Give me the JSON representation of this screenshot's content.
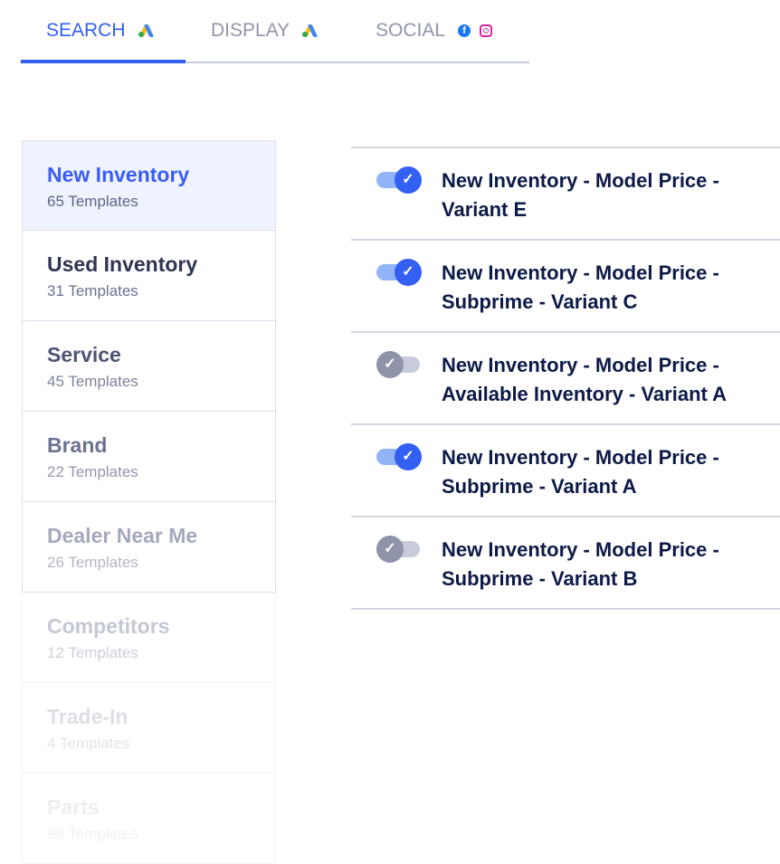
{
  "tabs": [
    {
      "label": "SEARCH",
      "icons": [
        "google-ads-icon"
      ],
      "active": true
    },
    {
      "label": "DISPLAY",
      "icons": [
        "google-ads-icon"
      ]
    },
    {
      "label": "SOCIAL",
      "icons": [
        "facebook-icon",
        "instagram-icon"
      ]
    }
  ],
  "categories": [
    {
      "title": "New Inventory",
      "count": "65 Templates",
      "color": "#3b5cf5",
      "sub": "#5f6680"
    },
    {
      "title": "Used Inventory",
      "count": "31 Templates",
      "color": "#2f3553",
      "sub": "#6b7290"
    },
    {
      "title": "Service",
      "count": "45 Templates",
      "color": "#4d5575",
      "sub": "#7d8399"
    },
    {
      "title": "Brand",
      "count": "22 Templates",
      "color": "#6b7290",
      "sub": "#9297ab"
    },
    {
      "title": "Dealer Near Me",
      "count": "26 Templates",
      "color": "#a4a9bd",
      "sub": "#b3b7c7"
    },
    {
      "title": "Competitors",
      "count": "12 Templates",
      "color": "#c4c8d4",
      "sub": "#cdd0da"
    },
    {
      "title": "Trade-In",
      "count": "4 Templates",
      "color": "#dcdfe6",
      "sub": "#e2e4ea"
    },
    {
      "title": "Parts",
      "count": "99 Templates",
      "color": "#eceef2",
      "sub": "#f0f1f4"
    }
  ],
  "templates": [
    {
      "title": "New Inventory - Model Price - Variant E",
      "enabled": true
    },
    {
      "title": "New Inventory - Model Price - Subprime - Variant C",
      "enabled": true
    },
    {
      "title": "New Inventory - Model Price - Available Inventory - Variant A",
      "enabled": false
    },
    {
      "title": "New Inventory - Model Price - Subprime - Variant A",
      "enabled": true
    },
    {
      "title": "New Inventory - Model Price - Subprime - Variant B",
      "enabled": false
    }
  ]
}
